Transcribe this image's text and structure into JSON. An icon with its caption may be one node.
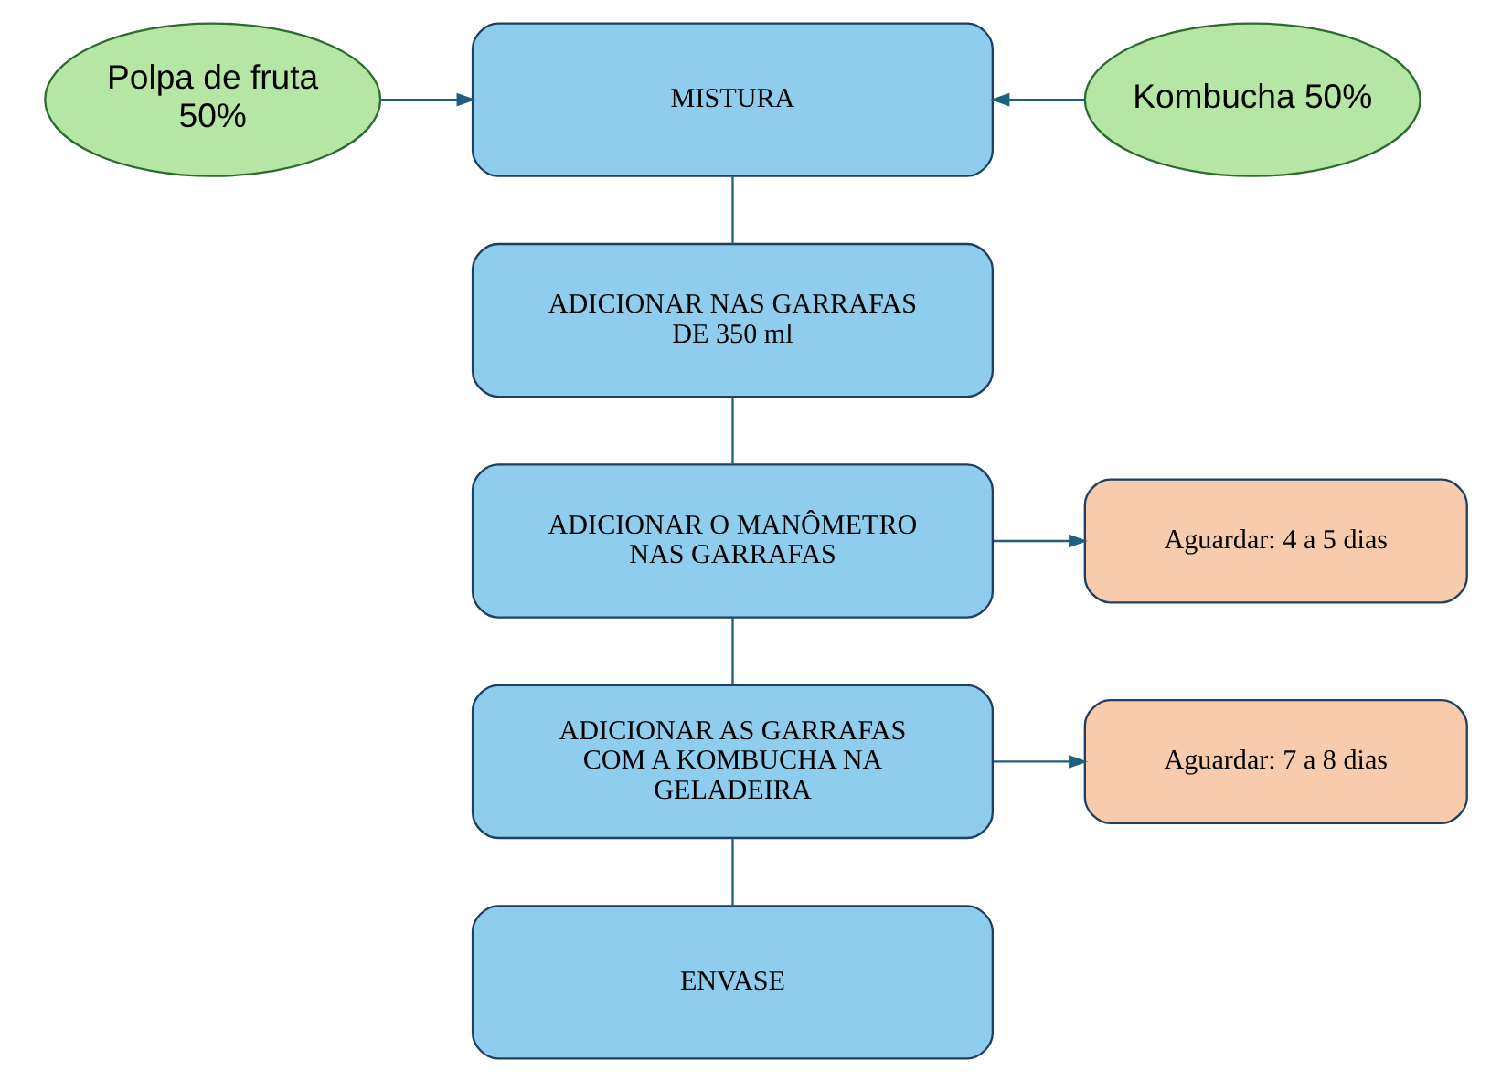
{
  "diagram": {
    "nodes": [
      {
        "text": [
          "Polpa de fruta 50%"
        ]
      },
      {
        "text": [
          "MISTURA"
        ]
      },
      {
        "text": [
          "Kombucha 50%"
        ]
      },
      {
        "text": [
          "ADICIONAR NAS GARRAFAS DE 350 ml"
        ]
      },
      {
        "text": [
          "ADICIONAR O MANÔMETRO NAS GARRAFAS"
        ]
      },
      {
        "text": [
          "Aguardar: 4 a 5 dias"
        ]
      },
      {
        "text": [
          "ADICIONAR AS GARRAFAS COM A KOMBUCHA NA GELADEIRA"
        ]
      },
      {
        "text": [
          "Aguardar: 7 a 8 dias"
        ]
      },
      {
        "text": [
          "ENVASE"
        ]
      }
    ],
    "edges": [
      {
        "from": 0,
        "to": 1,
        "arrow": "to"
      },
      {
        "from": 2,
        "to": 1,
        "arrow": "to"
      },
      {
        "from": 1,
        "to": 3,
        "arrow": "none"
      },
      {
        "from": 3,
        "to": 4,
        "arrow": "none"
      },
      {
        "from": 4,
        "to": 5,
        "arrow": "to"
      },
      {
        "from": 4,
        "to": 6,
        "arrow": "none"
      },
      {
        "from": 6,
        "to": 7,
        "arrow": "to"
      },
      {
        "from": 6,
        "to": 8,
        "arrow": "none"
      }
    ]
  }
}
